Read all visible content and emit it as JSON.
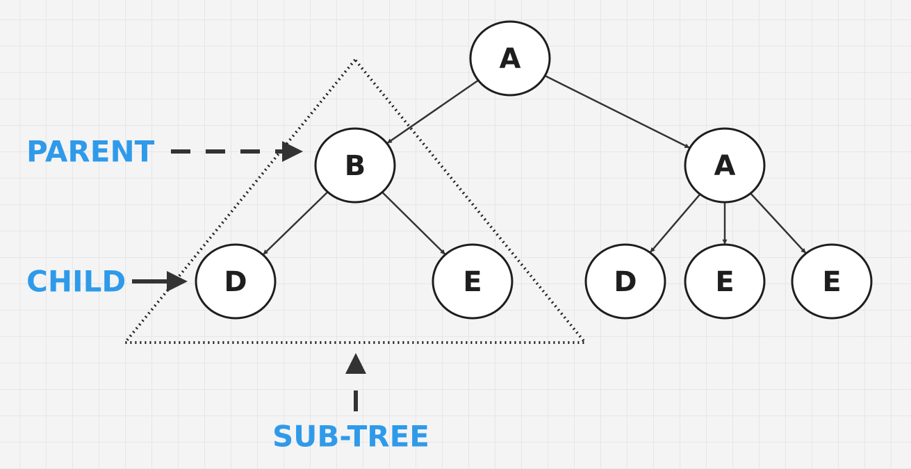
{
  "nodes": [
    {
      "id": "root",
      "label": "A"
    },
    {
      "id": "b",
      "label": "B"
    },
    {
      "id": "a2",
      "label": "A"
    },
    {
      "id": "d1",
      "label": "D"
    },
    {
      "id": "e1",
      "label": "E"
    },
    {
      "id": "d2",
      "label": "D"
    },
    {
      "id": "e2",
      "label": "E"
    },
    {
      "id": "e3",
      "label": "E"
    }
  ],
  "edges": [
    {
      "from": "root",
      "to": "b"
    },
    {
      "from": "root",
      "to": "a2"
    },
    {
      "from": "b",
      "to": "d1"
    },
    {
      "from": "b",
      "to": "e1"
    },
    {
      "from": "a2",
      "to": "d2"
    },
    {
      "from": "a2",
      "to": "e2"
    },
    {
      "from": "a2",
      "to": "e3"
    }
  ],
  "annotations": {
    "parent": "PARENT",
    "child": "CHILD",
    "subtree": "SUB-TREE"
  },
  "colors": {
    "annotation": "#2f9aea",
    "stroke": "#1e1e1e",
    "node_fill": "#ffffff"
  }
}
